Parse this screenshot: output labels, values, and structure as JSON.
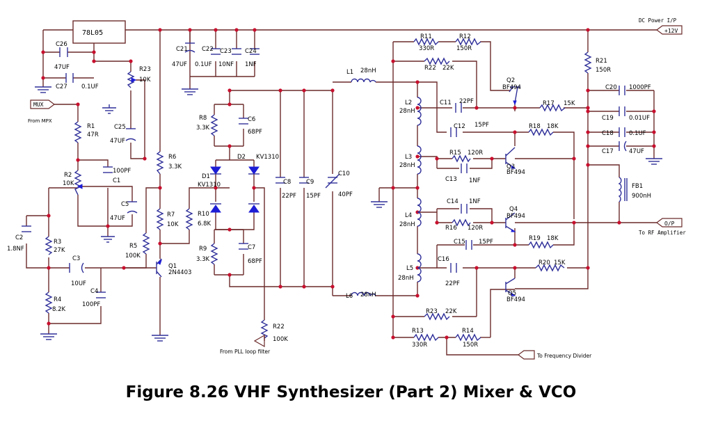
{
  "caption": "Figure 8.26 VHF Synthesizer (Part 2) Mixer & VCO",
  "ports": {
    "dc_in_title": "DC Power I/P",
    "dc_in_tag": "+12V",
    "mux_tag": "MUX",
    "mux_note": "From MPX",
    "out_tag": "O/P",
    "out_note": "To RF Amplifier",
    "pll_note": "From PLL loop filter",
    "divider_note": "To Frequency Divider"
  },
  "regulator": {
    "part": "78L05"
  },
  "labels": [
    {
      "id": "c26",
      "text": "C26"
    },
    {
      "id": "c26v",
      "text": "47UF"
    },
    {
      "id": "c27",
      "text": "C27"
    },
    {
      "id": "c27v",
      "text": "0.1UF"
    },
    {
      "id": "r23",
      "text": "R23"
    },
    {
      "id": "r23v",
      "text": "10K"
    },
    {
      "id": "c25",
      "text": "C25"
    },
    {
      "id": "c25v",
      "text": "47UF"
    },
    {
      "id": "r1",
      "text": "R1"
    },
    {
      "id": "r1v",
      "text": "47R"
    },
    {
      "id": "r2",
      "text": "R2"
    },
    {
      "id": "r2v",
      "text": "10K"
    },
    {
      "id": "c1v",
      "text": "100PF"
    },
    {
      "id": "c1",
      "text": "C1"
    },
    {
      "id": "c5",
      "text": "C5"
    },
    {
      "id": "c5v",
      "text": "47UF"
    },
    {
      "id": "c2",
      "text": "C2"
    },
    {
      "id": "c2v",
      "text": "1.8NF"
    },
    {
      "id": "r3",
      "text": "R3"
    },
    {
      "id": "r3v",
      "text": "27K"
    },
    {
      "id": "c3",
      "text": "C3"
    },
    {
      "id": "c3v",
      "text": "10UF"
    },
    {
      "id": "r4",
      "text": "R4"
    },
    {
      "id": "r4v",
      "text": "8.2K"
    },
    {
      "id": "c4",
      "text": "C4"
    },
    {
      "id": "c4v",
      "text": "100PF"
    },
    {
      "id": "r5",
      "text": "R5"
    },
    {
      "id": "r5v",
      "text": "100K"
    },
    {
      "id": "r6",
      "text": "R6"
    },
    {
      "id": "r6v",
      "text": "3.3K"
    },
    {
      "id": "r7",
      "text": "R7"
    },
    {
      "id": "r7v",
      "text": "10K"
    },
    {
      "id": "q1",
      "text": "Q1"
    },
    {
      "id": "q1v",
      "text": "2N4403"
    },
    {
      "id": "c21",
      "text": "C21"
    },
    {
      "id": "c21v",
      "text": "47UF"
    },
    {
      "id": "c22",
      "text": "C22"
    },
    {
      "id": "c22v",
      "text": "0.1UF"
    },
    {
      "id": "c23",
      "text": "C23"
    },
    {
      "id": "c23v",
      "text": "10NF"
    },
    {
      "id": "c24",
      "text": "C24"
    },
    {
      "id": "c24v",
      "text": "1NF"
    },
    {
      "id": "r8",
      "text": "R8"
    },
    {
      "id": "r8v",
      "text": "3.3K"
    },
    {
      "id": "c6",
      "text": "C6"
    },
    {
      "id": "c6v",
      "text": "68PF"
    },
    {
      "id": "d1",
      "text": "D1"
    },
    {
      "id": "d1v",
      "text": "KV1310"
    },
    {
      "id": "d2",
      "text": "D2"
    },
    {
      "id": "d2v",
      "text": "KV1310"
    },
    {
      "id": "r10",
      "text": "R10"
    },
    {
      "id": "r10v",
      "text": "6.8K"
    },
    {
      "id": "r9",
      "text": "R9"
    },
    {
      "id": "r9v",
      "text": "3.3K"
    },
    {
      "id": "c7",
      "text": "C7"
    },
    {
      "id": "c7v",
      "text": "68PF"
    },
    {
      "id": "r22b",
      "text": "R22"
    },
    {
      "id": "r22bv",
      "text": "100K"
    },
    {
      "id": "c8",
      "text": "C8"
    },
    {
      "id": "c8v",
      "text": "22PF"
    },
    {
      "id": "c9",
      "text": "C9"
    },
    {
      "id": "c9v",
      "text": "15PF"
    },
    {
      "id": "c10",
      "text": "C10"
    },
    {
      "id": "c10v",
      "text": "40PF"
    },
    {
      "id": "l1",
      "text": "L1"
    },
    {
      "id": "l1v",
      "text": "28nH"
    },
    {
      "id": "l6",
      "text": "L6"
    },
    {
      "id": "l6v",
      "text": "28nH"
    },
    {
      "id": "l2",
      "text": "L2"
    },
    {
      "id": "l2v",
      "text": "28nH"
    },
    {
      "id": "l3",
      "text": "L3"
    },
    {
      "id": "l3v",
      "text": "28nH"
    },
    {
      "id": "l4",
      "text": "L4"
    },
    {
      "id": "l4v",
      "text": "28nH"
    },
    {
      "id": "l5",
      "text": "L5"
    },
    {
      "id": "l5v",
      "text": "28nH"
    },
    {
      "id": "r11",
      "text": "R11"
    },
    {
      "id": "r11v",
      "text": "330R"
    },
    {
      "id": "r12",
      "text": "R12"
    },
    {
      "id": "r12v",
      "text": "150R"
    },
    {
      "id": "r22",
      "text": "R22"
    },
    {
      "id": "r22v",
      "text": "22K"
    },
    {
      "id": "q2",
      "text": "Q2"
    },
    {
      "id": "q2v",
      "text": "BF494"
    },
    {
      "id": "c11",
      "text": "C11"
    },
    {
      "id": "c11v",
      "text": "22PF"
    },
    {
      "id": "r17",
      "text": "R17"
    },
    {
      "id": "r17v",
      "text": "15K"
    },
    {
      "id": "c12",
      "text": "C12"
    },
    {
      "id": "c12v",
      "text": "15PF"
    },
    {
      "id": "r18",
      "text": "R18"
    },
    {
      "id": "r18v",
      "text": "18K"
    },
    {
      "id": "r15",
      "text": "R15"
    },
    {
      "id": "r15v",
      "text": "120R"
    },
    {
      "id": "q3",
      "text": "Q3"
    },
    {
      "id": "q3v",
      "text": "BF494"
    },
    {
      "id": "c13",
      "text": "C13"
    },
    {
      "id": "c13v",
      "text": "1NF"
    },
    {
      "id": "c14",
      "text": "C14"
    },
    {
      "id": "c14v",
      "text": "1NF"
    },
    {
      "id": "r16",
      "text": "R16"
    },
    {
      "id": "r16v",
      "text": "120R"
    },
    {
      "id": "q4",
      "text": "Q4"
    },
    {
      "id": "q4v",
      "text": "BF494"
    },
    {
      "id": "c15",
      "text": "C15"
    },
    {
      "id": "c15v",
      "text": "15PF"
    },
    {
      "id": "r19",
      "text": "R19"
    },
    {
      "id": "r19v",
      "text": "18K"
    },
    {
      "id": "c16",
      "text": "C16"
    },
    {
      "id": "c16v",
      "text": "22PF"
    },
    {
      "id": "r20",
      "text": "R20"
    },
    {
      "id": "r20v",
      "text": "15K"
    },
    {
      "id": "q5",
      "text": "Q5"
    },
    {
      "id": "q5v",
      "text": "BF494"
    },
    {
      "id": "r23b",
      "text": "R23"
    },
    {
      "id": "r23bv",
      "text": "22K"
    },
    {
      "id": "r13",
      "text": "R13"
    },
    {
      "id": "r13v",
      "text": "330R"
    },
    {
      "id": "r14",
      "text": "R14"
    },
    {
      "id": "r14v",
      "text": "150R"
    },
    {
      "id": "r21",
      "text": "R21"
    },
    {
      "id": "r21v",
      "text": "150R"
    },
    {
      "id": "c20",
      "text": "C20"
    },
    {
      "id": "c20v",
      "text": "1000PF"
    },
    {
      "id": "c19",
      "text": "C19"
    },
    {
      "id": "c19v",
      "text": "0.01UF"
    },
    {
      "id": "c18",
      "text": "C18"
    },
    {
      "id": "c18v",
      "text": "0.1UF"
    },
    {
      "id": "c17",
      "text": "C17"
    },
    {
      "id": "c17v",
      "text": "47UF"
    },
    {
      "id": "fb1",
      "text": "FB1"
    },
    {
      "id": "fb1v",
      "text": "900nH"
    }
  ]
}
